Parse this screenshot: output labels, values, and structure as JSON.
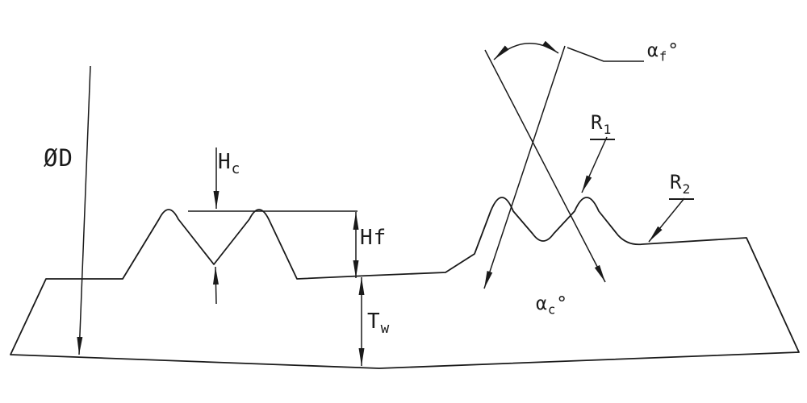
{
  "colors": {
    "line": "#1a1a1a",
    "background": "#ffffff"
  },
  "labels": {
    "diameter": {
      "text": "ØD"
    },
    "crest_height": {
      "text": "H",
      "sub": "c"
    },
    "flank_height": {
      "text": "Hf"
    },
    "wall_thickness": {
      "text": "T",
      "sub": "w"
    },
    "radius_1": {
      "text": "R",
      "sub": "1"
    },
    "radius_2": {
      "text": "R",
      "sub": "2"
    },
    "flank_angle": {
      "text": "α",
      "sub": "f",
      "suffix": "°"
    },
    "crest_angle": {
      "text": "α",
      "sub": "c",
      "suffix": "°"
    }
  }
}
